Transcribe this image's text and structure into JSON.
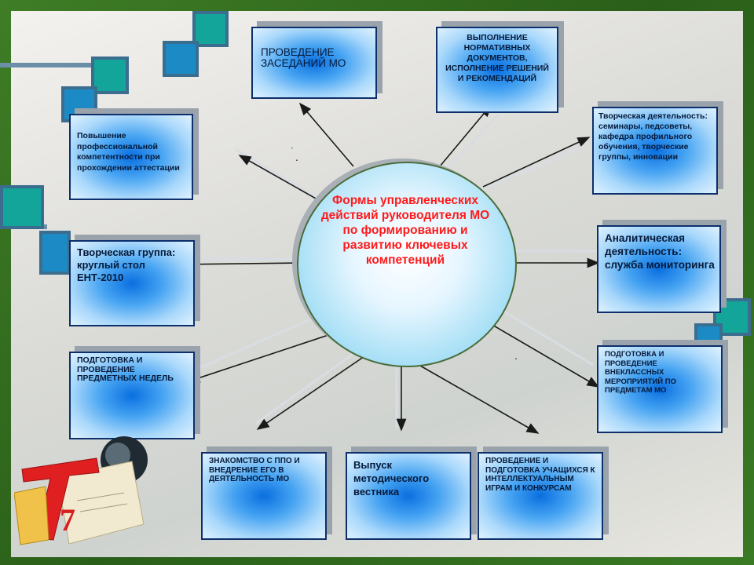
{
  "center": {
    "text": "Формы управленческих действий руководителя МО по формированию и развитию ключевых компетенций"
  },
  "boxes": {
    "provedenie_zasedaniy": "ПРОВЕДЕНИЕ ЗАСЕДАНИЙ МО",
    "vypolnenie": "ВЫПОЛНЕНИЕ НОРМАТИВНЫХ ДОКУМЕНТОВ, ИСПОЛНЕНИЕ РЕШЕНИЙ И РЕКОМЕНДАЦИЙ",
    "tvorcheskaya_deyatelnost": "Творческая деятельность: семинары, педсоветы, кафедра профильного обучения, творческие группы, инновации",
    "povyshenie": "Повышение профессиональной компетентности при прохождении аттестации",
    "analiticheskaya": "Аналитическая деятельность: служба мониторинга",
    "tvorcheskaya_gruppa": "Творческая группа: круглый стол ЕНТ-2010",
    "podgotovka_nedel": "ПОДГОТОВКА И ПРОВЕДЕНИЕ ПРЕДМЕТНЫХ НЕДЕЛЬ",
    "vneklassnye": "ПОДГОТОВКА И ПРОВЕДЕНИЕ ВНЕКЛАССНЫХ МЕРОПРИЯТИЙ ПО ПРЕДМЕТАМ МО",
    "znakomstvo": "ЗНАКОМСТВО С ППО И ВНЕДРЕНИЕ ЕГО В ДЕЯТЕЛЬНОСТЬ МО",
    "vypusk": "Выпуск методического вестника",
    "intellektualnye": "ПРОВЕДЕНИЕ И ПОДГОТОВКА УЧАЩИХСЯ К ИНТЕЛЛЕКТУАЛЬНЫМ ИГРАМ И КОНКУРСАМ"
  },
  "logo": {
    "digit": "7"
  },
  "colors": {
    "center_text": "#ff1a1a",
    "box_fill": "#0a6fe0",
    "frame": "#2f6a1f"
  }
}
